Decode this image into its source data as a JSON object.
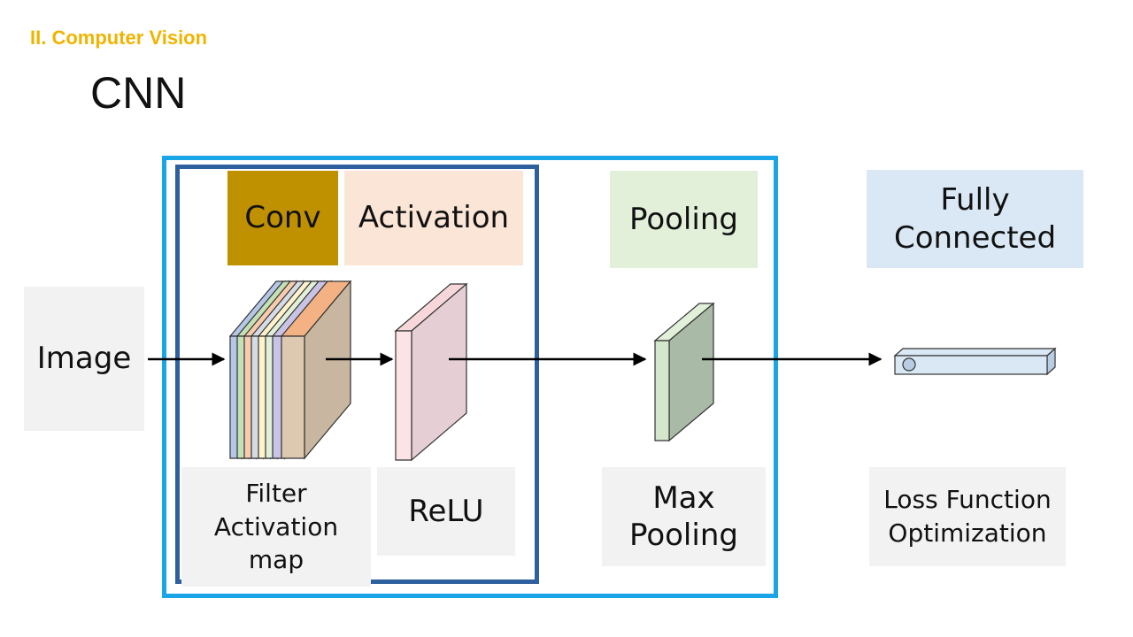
{
  "header": {
    "section": "II. Computer Vision",
    "title": "CNN"
  },
  "stages": {
    "image": "Image",
    "conv": "Conv",
    "activation": "Activation",
    "pooling": "Pooling",
    "fully_connected": "Fully\nConnected"
  },
  "captions": {
    "filter": "Filter\nActivation\nmap",
    "relu": "ReLU",
    "max_pooling": "Max\nPooling",
    "loss": "Loss Function\nOptimization"
  },
  "colors": {
    "section_title": "#f0b400",
    "outer_frame": "#1aa5e6",
    "inner_frame": "#2e5f9e",
    "conv_box": "#bf9000",
    "activation_box": "#fbe5d6",
    "pooling_box": "#e2f0d9",
    "fc_box": "#dae8f5",
    "label_box": "#f2f2f2"
  },
  "icons": {
    "conv_stack": "stacked-feature-maps-icon",
    "relu_map": "feature-map-icon",
    "pool_map": "pooled-map-icon",
    "fc_vector": "vector-bar-icon"
  }
}
